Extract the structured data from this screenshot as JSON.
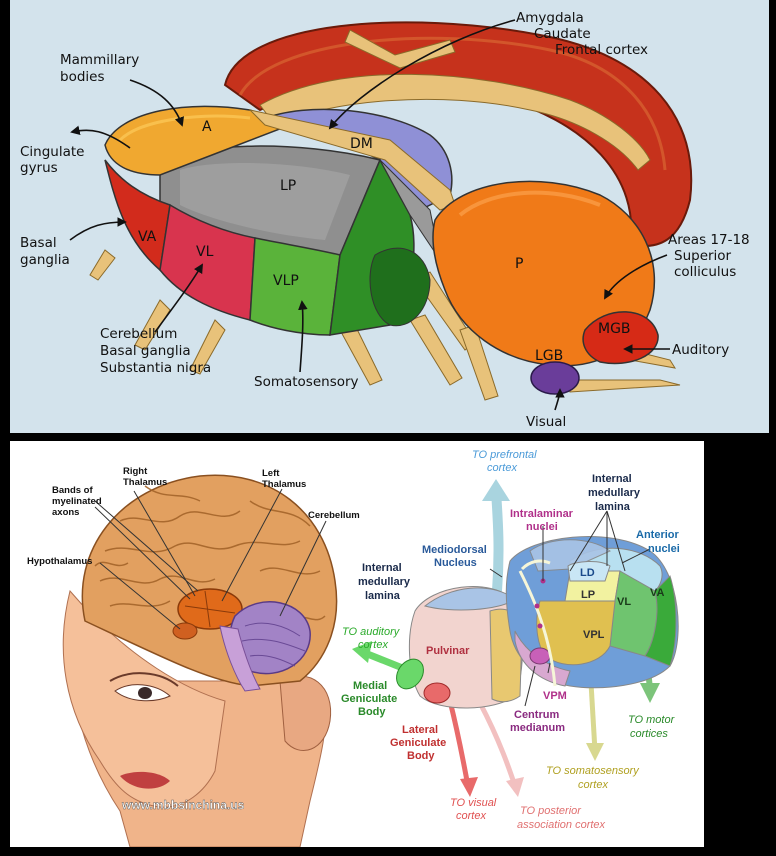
{
  "top": {
    "regions": {
      "A": "A",
      "DM": "DM",
      "LP": "LP",
      "VA": "VA",
      "VL": "VL",
      "VLP": "VLP",
      "P": "P",
      "MGB": "MGB",
      "LGB": "LGB"
    },
    "labels": {
      "mammillary_1": "Mammillary",
      "mammillary_2": "bodies",
      "cingulate_1": "Cingulate",
      "cingulate_2": "gyrus",
      "basal_1": "Basal",
      "basal_2": "ganglia",
      "cereb_1": "Cerebellum",
      "cereb_2": "Basal ganglia",
      "cereb_3": "Substantia nigra",
      "somato": "Somatosensory",
      "amyg_1": "Amygdala",
      "amyg_2": "Caudate",
      "amyg_3": "Frontal cortex",
      "areas_1": "Areas 17-18",
      "areas_2": "Superior",
      "areas_3": "colliculus",
      "auditory": "Auditory",
      "visual": "Visual"
    }
  },
  "bottom_left": {
    "labels": {
      "right_1": "Right",
      "right_2": "Thalamus",
      "left_1": "Left",
      "left_2": "Thalamus",
      "bands_1": "Bands of",
      "bands_2": "myelinated",
      "bands_3": "axons",
      "cerebellum": "Cerebellum",
      "hypothalamus": "Hypothalamus"
    },
    "watermark": "www.mbbsinchina.us"
  },
  "bottom_right": {
    "nuclei": {
      "LD": "LD",
      "LP": "LP",
      "VL": "VL",
      "VA": "VA",
      "VPL": "VPL",
      "pulvinar": "Pulvinar",
      "VPM": "VPM"
    },
    "labels": {
      "prefrontal_1": "TO prefrontal",
      "prefrontal_2": "cortex",
      "internal_r_1": "Internal",
      "internal_r_2": "medullary",
      "internal_r_3": "lamina",
      "intralaminar_1": "Intralaminar",
      "intralaminar_2": "nuclei",
      "mediodorsal_1": "Mediodorsal",
      "mediodorsal_2": "Nucleus",
      "anterior_1": "Anterior",
      "anterior_2": "nuclei",
      "internal_l_1": "Internal",
      "internal_l_2": "medullary",
      "internal_l_3": "lamina",
      "auditory_1": "TO auditory",
      "auditory_2": "cortex",
      "medial_1": "Medial",
      "medial_2": "Geniculate",
      "medial_3": "Body",
      "lateral_1": "Lateral",
      "lateral_2": "Geniculate",
      "lateral_3": "Body",
      "centrum_1": "Centrum",
      "centrum_2": "medianum",
      "motor_1": "TO motor",
      "motor_2": "cortices",
      "somato_1": "TO somatosensory",
      "somato_2": "cortex",
      "visual_1": "TO visual",
      "visual_2": "cortex",
      "posterior_1": "TO posterior",
      "posterior_2": "association cortex"
    }
  }
}
